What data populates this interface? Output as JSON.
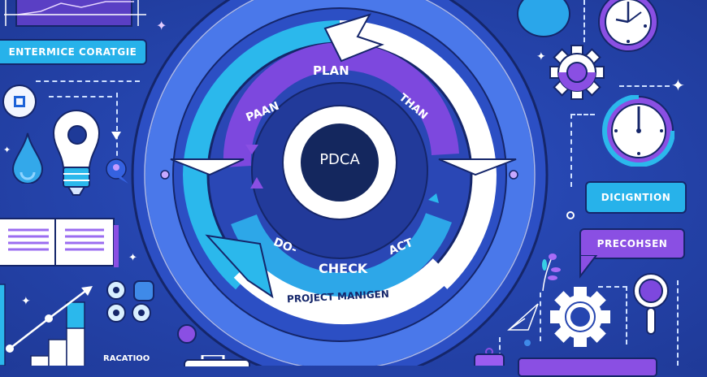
{
  "diagram": {
    "title": "PDCA",
    "center_label": "PDCA",
    "ring_labels": {
      "plan_left": "PAAN",
      "plan_top": "PLAN",
      "plan_right": "THAN",
      "do": "DO-",
      "check": "CHECK",
      "act": "ACT"
    },
    "banner_label": "PROJECT MANIGEN",
    "side_labels": {
      "top_left": "ENTERMICE CORATGIE",
      "right_upper": "DICIGNTION",
      "right_lower": "PRECOHSEN",
      "bottom_left": "RACATIOO"
    },
    "icons": [
      "line-chart-icon",
      "ui-badge-icon",
      "water-drop-icon",
      "lightbulb-icon",
      "open-book-icon",
      "bar-chart-icon",
      "gears-cluster-icon",
      "briefcase-icon",
      "clock-icon",
      "gear-icon",
      "stopwatch-icon",
      "leaf-icon",
      "large-gear-icon",
      "magnifier-icon",
      "paper-plane-icon",
      "handbag-icon"
    ],
    "colors": {
      "background": "#2646b0",
      "ring_outer": "#3a5fd8",
      "ring_cyan": "#2bb8ec",
      "ring_purple": "#7d48de",
      "ring_white": "#ffffff",
      "center_dark": "#14275e",
      "label_cyan": "#27b2ea",
      "label_purple": "#8a4fe3",
      "outline": "#15266a"
    }
  }
}
